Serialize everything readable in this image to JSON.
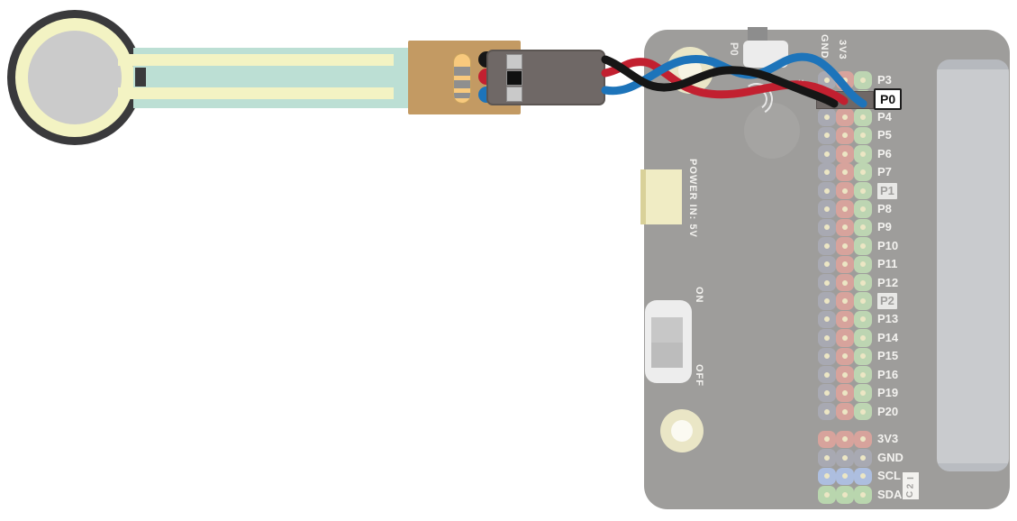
{
  "diagram_type": "wiring-diagram",
  "components": {
    "sensor": "round-force-sensor",
    "adapter": "resistor-breakout",
    "plug": "three-pin-connector",
    "board": "microbit-breakout-board"
  },
  "wires": [
    {
      "name": "black-wire",
      "color": "#161616"
    },
    {
      "name": "red-wire",
      "color": "#c22030"
    },
    {
      "name": "blue-wire",
      "color": "#1d74ba"
    }
  ],
  "board": {
    "pad_label": "P0",
    "column_headers": [
      "GND",
      "3V3"
    ],
    "pin_rows": [
      {
        "label": "P3",
        "style": "plain"
      },
      {
        "label": "P0",
        "style": "wired"
      },
      {
        "label": "P4",
        "style": "plain"
      },
      {
        "label": "P5",
        "style": "plain"
      },
      {
        "label": "P6",
        "style": "plain"
      },
      {
        "label": "P7",
        "style": "plain"
      },
      {
        "label": "P1",
        "style": "boxed"
      },
      {
        "label": "P8",
        "style": "plain"
      },
      {
        "label": "P9",
        "style": "plain"
      },
      {
        "label": "P10",
        "style": "plain"
      },
      {
        "label": "P11",
        "style": "plain"
      },
      {
        "label": "P12",
        "style": "plain"
      },
      {
        "label": "P2",
        "style": "boxed"
      },
      {
        "label": "P13",
        "style": "plain"
      },
      {
        "label": "P14",
        "style": "plain"
      },
      {
        "label": "P15",
        "style": "plain"
      },
      {
        "label": "P16",
        "style": "plain"
      },
      {
        "label": "P19",
        "style": "plain"
      },
      {
        "label": "P20",
        "style": "plain"
      }
    ],
    "power_rows": [
      {
        "label": "3V3",
        "color": "salmon"
      },
      {
        "label": "GND",
        "color": "gray"
      },
      {
        "label": "SCL",
        "color": "blue"
      },
      {
        "label": "SDA",
        "color": "green"
      }
    ],
    "i2c_label": "I2C",
    "power_in_label": "POWER IN: 5V",
    "switch": {
      "on_label": "ON",
      "off_label": "OFF",
      "position": "ON"
    }
  },
  "colors": {
    "board": "#9e9d9b",
    "board_circle": "#a5a4a2",
    "slot": "#c9cbce",
    "hole_ring": "#eae6c6",
    "power_jack": "#f0ecc4",
    "switch_body": "#ededed",
    "pin_gnd": "#a8a9b2",
    "pin_3v3": "#d7a39c",
    "pin_signal": "#bdd5b2",
    "pin_scl": "#adbedf",
    "pin_sda": "#b9d6ae",
    "fsr_outline": "#3a3a3c",
    "fsr_yellow": "#f3f3c3",
    "fsr_center": "#cbcbcb",
    "fsr_tail": "#bcdfd4",
    "breakout_pcb": "#c39a63",
    "resistor_body": "#f8c97d",
    "connector_housing": "#6f6866"
  }
}
